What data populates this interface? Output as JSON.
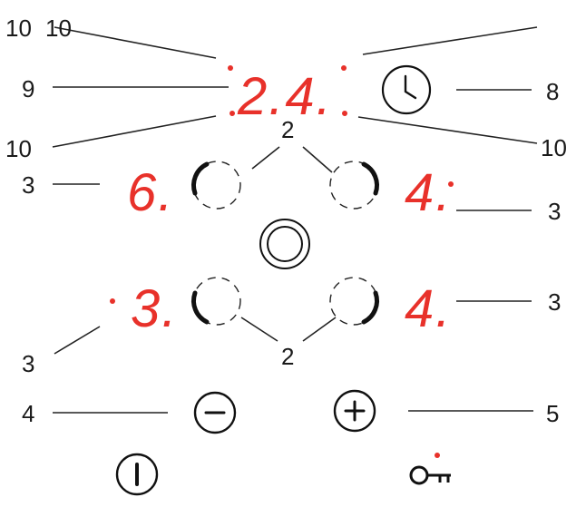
{
  "callouts": {
    "timer_label_a": "10",
    "timer_label_b": "10",
    "timer_left_mid": "9",
    "timer_left_low": "10",
    "clock": "8",
    "timer_right_low": "10",
    "zone_pair_top": "2",
    "zone_pair_bottom": "2",
    "zone_front_left": "3",
    "zone_front_right": "3",
    "zone_rear_right": "3",
    "zone_rear_left": "3",
    "minus": "4",
    "plus": "5"
  },
  "displays": {
    "timer": "2.4.",
    "zone_front_left": "6.",
    "zone_front_right": "4.",
    "zone_rear_left": "3.",
    "zone_rear_right": "4."
  },
  "icons": {
    "clock": "clock-icon",
    "center": "double-ring-icon",
    "minus": "minus-circle-icon",
    "plus": "plus-circle-icon",
    "power": "power-icon",
    "lock": "key-lock-icon"
  },
  "colors": {
    "display_red": "#e8312a",
    "line": "#222222"
  }
}
